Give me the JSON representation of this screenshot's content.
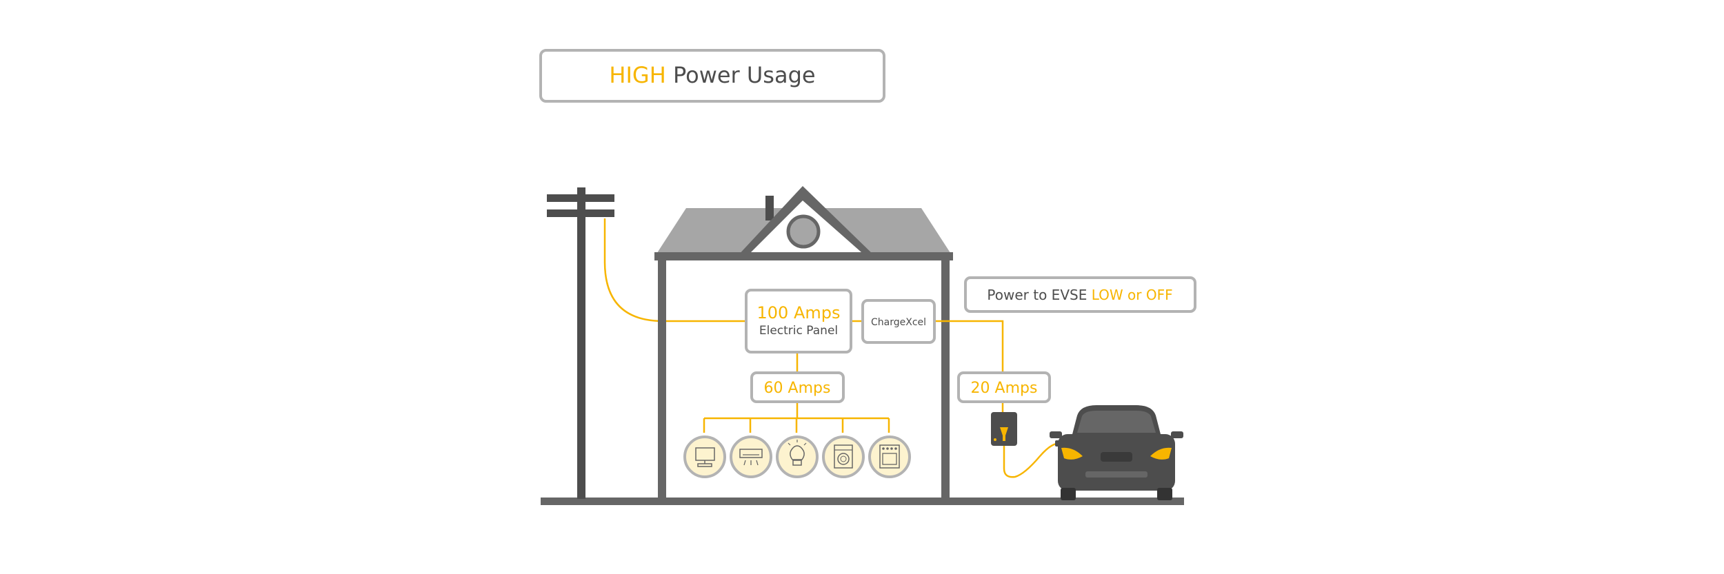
{
  "title": {
    "highlight": "HIGH",
    "rest": " Power Usage"
  },
  "panel": {
    "amps": "100 Amps",
    "label": "Electric Panel"
  },
  "chargexcel": {
    "label": "ChargeXcel"
  },
  "appliance_feed": {
    "amps": "60 Amps"
  },
  "evse_feed": {
    "amps": "20 Amps"
  },
  "evse_status": {
    "prefix": "Power to EVSE ",
    "highlight": "LOW or OFF"
  },
  "appliances": [
    {
      "icon": "computer-icon"
    },
    {
      "icon": "air-conditioner-icon"
    },
    {
      "icon": "light-bulb-icon"
    },
    {
      "icon": "washing-machine-icon"
    },
    {
      "icon": "oven-icon"
    }
  ],
  "colors": {
    "accent": "#f7b500",
    "box_border": "#b3b3b3",
    "house": "#666666",
    "roof": "#a6a6a6",
    "car": "#4d4d4d",
    "appliance_fill": "#fdf3cf"
  }
}
